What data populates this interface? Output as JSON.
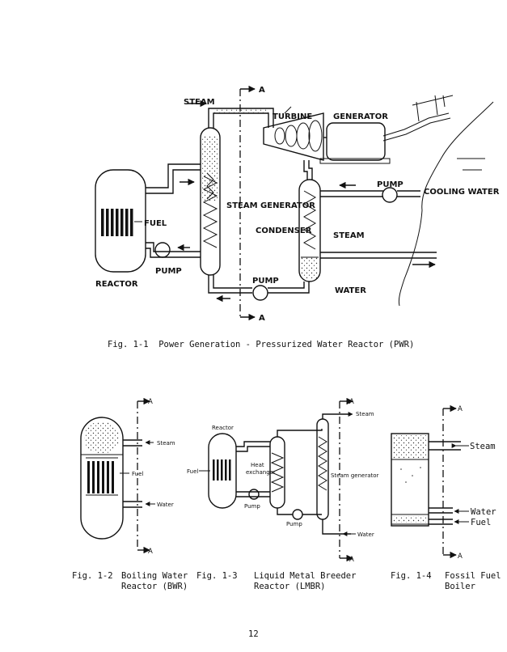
{
  "fig1": {
    "labels": {
      "steam": "STEAM",
      "turbine": "TURBINE",
      "generator": "GENERATOR",
      "fuel": "FUEL",
      "steam_generator": "STEAM GENERATOR",
      "condenser": "CONDENSER",
      "steam2": "STEAM",
      "pump_top": "PUMP",
      "cooling_water": "COOLING WATER",
      "pump_left": "PUMP",
      "reactor": "REACTOR",
      "pump_bottom": "PUMP",
      "water": "WATER",
      "a_top": "A",
      "a_bottom": "A"
    },
    "caption": "Fig. 1-1  Power Generation - Pressurized Water Reactor (PWR)"
  },
  "fig2": {
    "labels": {
      "steam": "Steam",
      "fuel": "Fuel",
      "water": "Water",
      "a_top": "A",
      "a_bottom": "A"
    },
    "caption_num": "Fig. 1-2",
    "caption_text": "Boiling Water\nReactor (BWR)"
  },
  "fig3": {
    "labels": {
      "reactor": "Reactor",
      "fuel": "Fuel",
      "heat_exchanger": "Heat\nexchanger",
      "pump1": "Pump",
      "pump2": "Pump",
      "steam": "Steam",
      "steam_generator": "Steam generator",
      "water": "Water",
      "a_top": "A",
      "a_bottom": "A"
    },
    "caption_num": "Fig. 1-3",
    "caption_text": "Liquid Metal Breeder\nReactor (LMBR)"
  },
  "fig4": {
    "labels": {
      "steam": "Steam",
      "water": "Water",
      "fuel": "Fuel",
      "a_top": "A",
      "a_bottom": "A"
    },
    "caption_num": "Fig. 1-4",
    "caption_text": "Fossil Fuel\nBoiler"
  },
  "page_number": "12"
}
